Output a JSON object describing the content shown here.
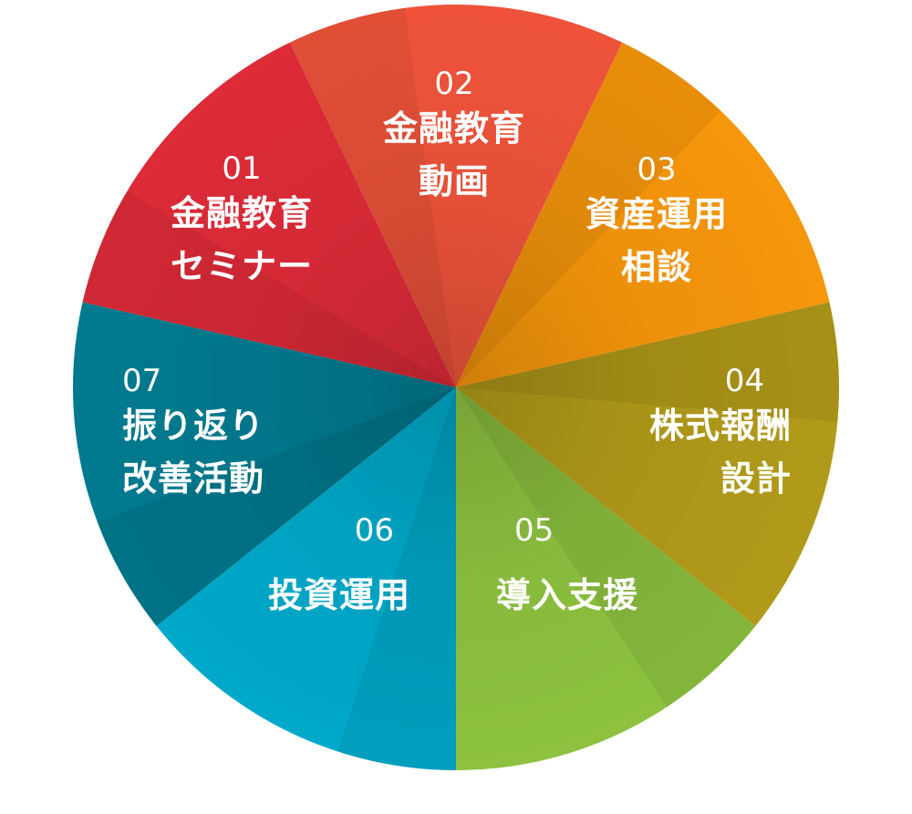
{
  "segments": [
    {
      "number": "01",
      "lines": [
        "金融教育",
        "セミナー"
      ],
      "color": "#DD2B38"
    },
    {
      "number": "02",
      "lines": [
        "金融教育",
        "動画"
      ],
      "color": "#EE533A"
    },
    {
      "number": "03",
      "lines": [
        "資産運用",
        "相談"
      ],
      "color": "#F6960B"
    },
    {
      "number": "04",
      "lines": [
        "株式報酬",
        "設計"
      ],
      "color": "#B19A19"
    },
    {
      "number": "05",
      "lines": [
        "導入支援"
      ],
      "color": "#8DC13F"
    },
    {
      "number": "06",
      "lines": [
        "投資運用"
      ],
      "color": "#00A8C9"
    },
    {
      "number": "07",
      "lines": [
        "振り返り",
        "改善活動"
      ],
      "color": "#017A8F"
    }
  ]
}
